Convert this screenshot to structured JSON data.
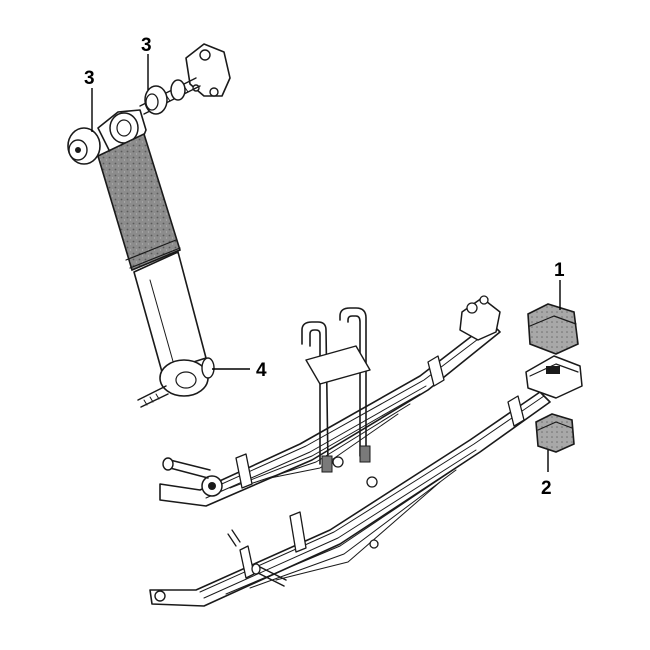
{
  "callouts": [
    {
      "id": "c1",
      "label": "1"
    },
    {
      "id": "c2",
      "label": "2"
    },
    {
      "id": "c3a",
      "label": "3"
    },
    {
      "id": "c3b",
      "label": "3"
    },
    {
      "id": "c4",
      "label": "4"
    }
  ],
  "colors": {
    "ink": "#1a1a1a",
    "body_shade": "#8c8c8c",
    "bump_stop": "#a8a8a8",
    "background": "#ffffff"
  }
}
